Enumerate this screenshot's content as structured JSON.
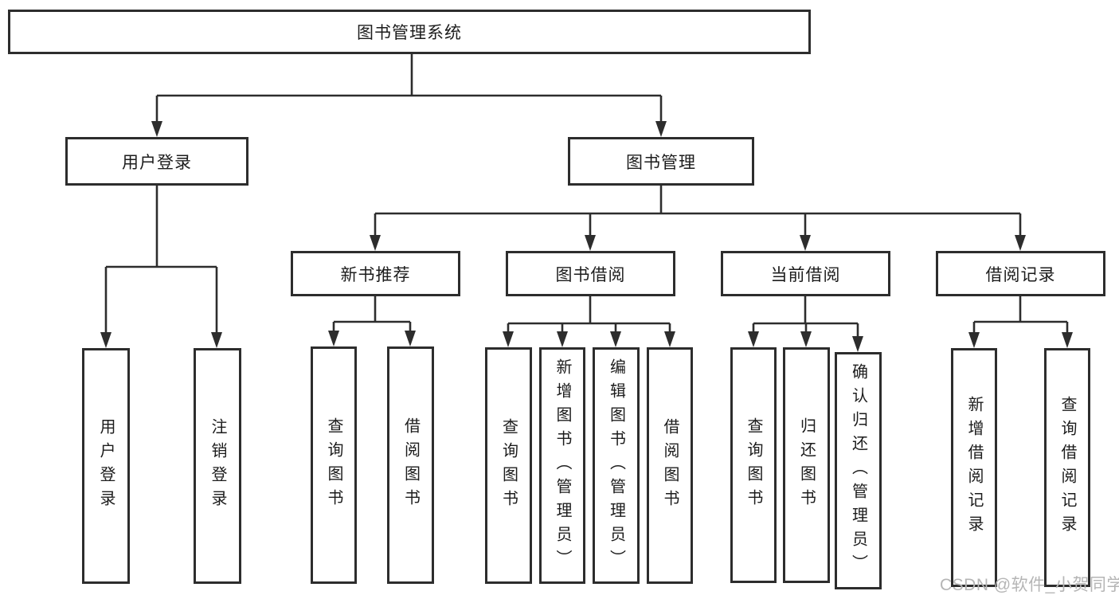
{
  "diagram": {
    "title": "图书管理系统",
    "tree": {
      "root": {
        "label": "图书管理系统"
      },
      "branches": [
        {
          "label": "用户登录",
          "leaves": [
            {
              "label": "用户登录"
            },
            {
              "label": "注销登录"
            }
          ]
        },
        {
          "label": "图书管理",
          "groups": [
            {
              "label": "新书推荐",
              "leaves": [
                {
                  "label": "查询图书"
                },
                {
                  "label": "借阅图书"
                }
              ]
            },
            {
              "label": "图书借阅",
              "leaves": [
                {
                  "label": "查询图书"
                },
                {
                  "label": "新增图书（管理员）"
                },
                {
                  "label": "编辑图书（管理员）"
                },
                {
                  "label": "借阅图书"
                }
              ]
            },
            {
              "label": "当前借阅",
              "leaves": [
                {
                  "label": "查询图书"
                },
                {
                  "label": "归还图书"
                },
                {
                  "label": "确认归还（管理员）"
                }
              ]
            },
            {
              "label": "借阅记录",
              "leaves": [
                {
                  "label": "新增借阅记录"
                },
                {
                  "label": "查询借阅记录"
                }
              ]
            }
          ]
        }
      ]
    }
  },
  "watermark": {
    "text": "CSDN @软件_小贺同学"
  },
  "colors": {
    "stroke": "#2d2d2d",
    "text": "#1c1c1c",
    "watermark": "#b5b5b5",
    "background": "#ffffff"
  }
}
